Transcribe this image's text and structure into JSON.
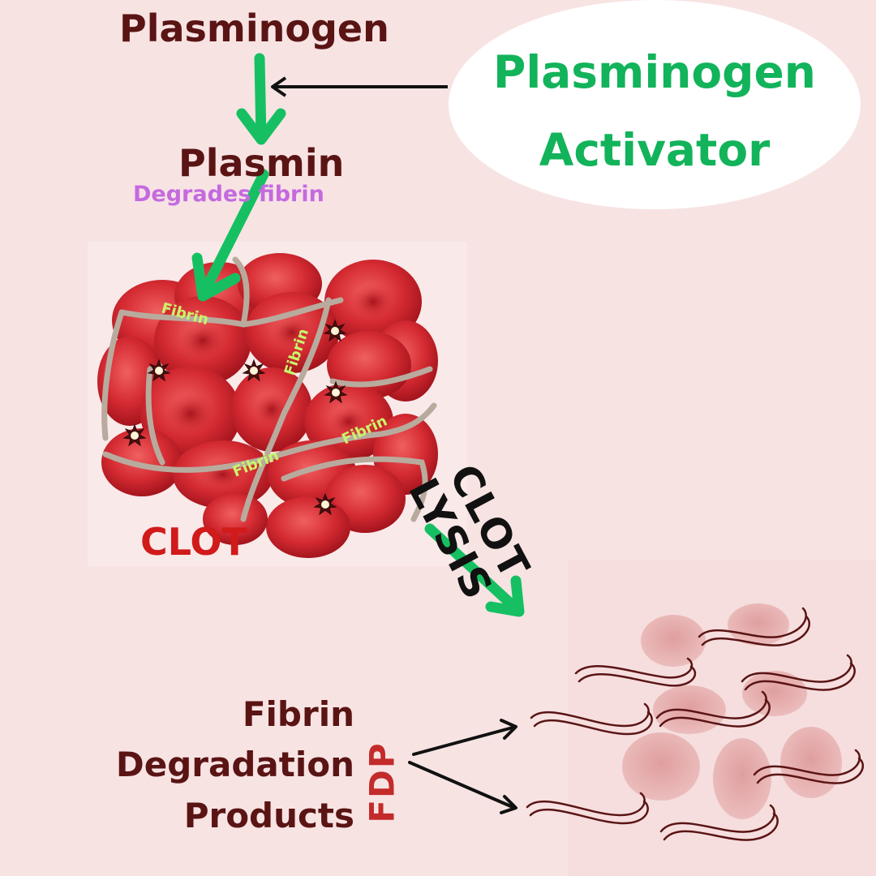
{
  "labels": {
    "plasminogen": "Plasminogen",
    "plasmin": "Plasmin",
    "degrades_fibrin": "Degrades  fibrin",
    "activator_line1": "Plasminogen",
    "activator_line2": "Activator",
    "clot": "CLOT",
    "clot_lysis_line1": "CLOT",
    "clot_lysis_line2": "LYSIS",
    "fdp_line1": "Fibrin",
    "fdp_line2": "Degradation",
    "fdp_line3": "Products",
    "fdp_abbr": "FDP",
    "fibrin_strand_labels": [
      "Fibrin",
      "Fibrin",
      "Fibrin",
      "Fibrin"
    ]
  },
  "colors": {
    "background": "#f8e3e3",
    "dark_maroon": "#5a1414",
    "activator_green": "#12b35a",
    "arrow_green": "#16c062",
    "degrades_purple": "#c46ae0",
    "clot_red": "#d11a1a",
    "rbc_red": "#d42a32",
    "fibrin_strand": "#b8ab9e",
    "fibrin_label": "#c8f56a",
    "fdp_red": "#c32a2a",
    "fragment_pink": "#e8a8a8"
  },
  "icons": {
    "platelet": "spiky-platelet-icon",
    "rbc": "red-blood-cell",
    "fibrin_fragment": "squiggle-fragment"
  }
}
